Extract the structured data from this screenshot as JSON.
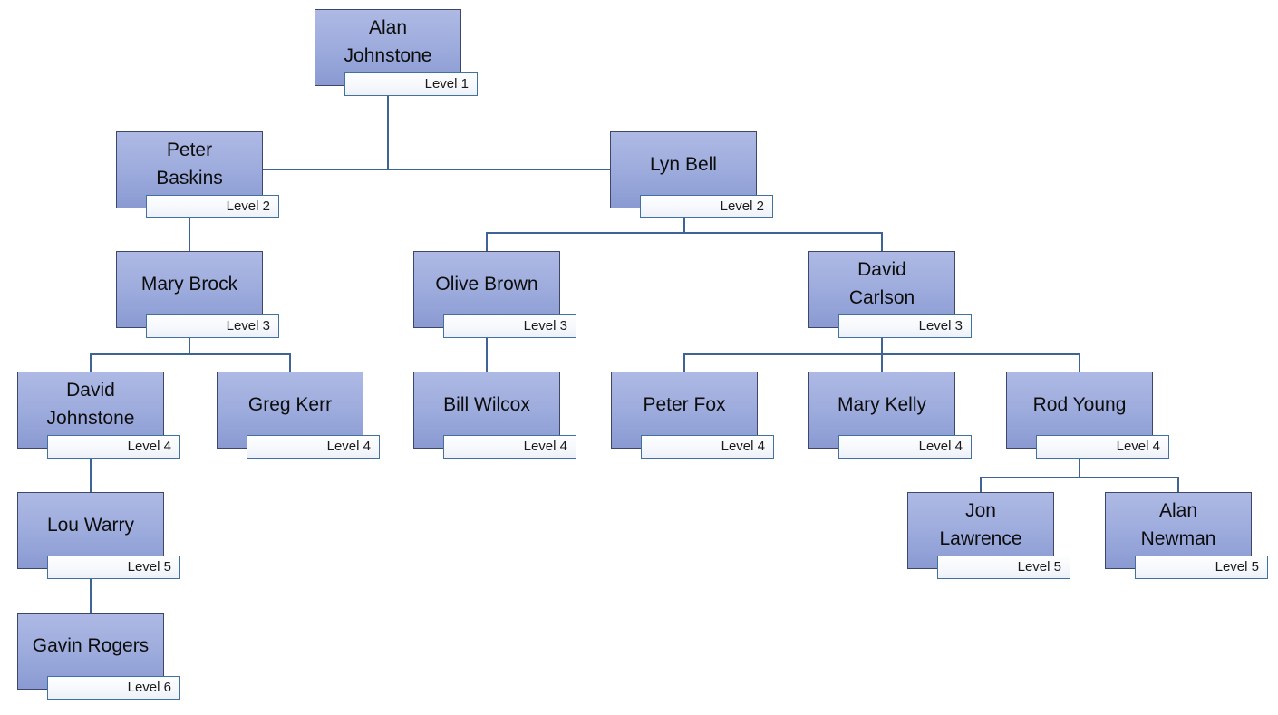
{
  "diagram": {
    "type": "org-chart",
    "levels_shown": [
      "Level 1",
      "Level 2",
      "Level 3",
      "Level 4",
      "Level 5",
      "Level 6"
    ]
  },
  "colors": {
    "node_fill_top": "#aeb9e4",
    "node_fill_bottom": "#8a9ad2",
    "node_border": "#3f4769",
    "node_text": "#0d0d0d",
    "level_label_fill": "#f7f9fc",
    "level_label_border": "#41719c",
    "level_label_text": "#1a1a1a",
    "connector_line": "#3e6496",
    "background": "#ffffff"
  },
  "nodes": [
    {
      "name": "Alan\nJohnstone",
      "level": "Level 1",
      "manager": null
    },
    {
      "name": "Peter\nBaskins",
      "level": "Level 2",
      "manager": "Alan Johnstone"
    },
    {
      "name": "Lyn Bell",
      "level": "Level 2",
      "manager": "Alan Johnstone"
    },
    {
      "name": "Mary Brock",
      "level": "Level 3",
      "manager": "Peter Baskins"
    },
    {
      "name": "Olive Brown",
      "level": "Level 3",
      "manager": "Lyn Bell"
    },
    {
      "name": "David\nCarlson",
      "level": "Level 3",
      "manager": "Lyn Bell"
    },
    {
      "name": "David\nJohnstone",
      "level": "Level 4",
      "manager": "Mary Brock"
    },
    {
      "name": "Greg Kerr",
      "level": "Level 4",
      "manager": "Mary Brock"
    },
    {
      "name": "Bill Wilcox",
      "level": "Level 4",
      "manager": "Olive Brown"
    },
    {
      "name": "Peter Fox",
      "level": "Level 4",
      "manager": "David Carlson"
    },
    {
      "name": "Mary Kelly",
      "level": "Level 4",
      "manager": "David Carlson"
    },
    {
      "name": "Rod Young",
      "level": "Level 4",
      "manager": "David Carlson"
    },
    {
      "name": "Lou Warry",
      "level": "Level 5",
      "manager": "David Johnstone"
    },
    {
      "name": "Jon\nLawrence",
      "level": "Level 5",
      "manager": "Rod Young"
    },
    {
      "name": "Alan\nNewman",
      "level": "Level 5",
      "manager": "Rod Young"
    },
    {
      "name": "Gavin Rogers",
      "level": "Level 6",
      "manager": "Lou Warry"
    }
  ]
}
